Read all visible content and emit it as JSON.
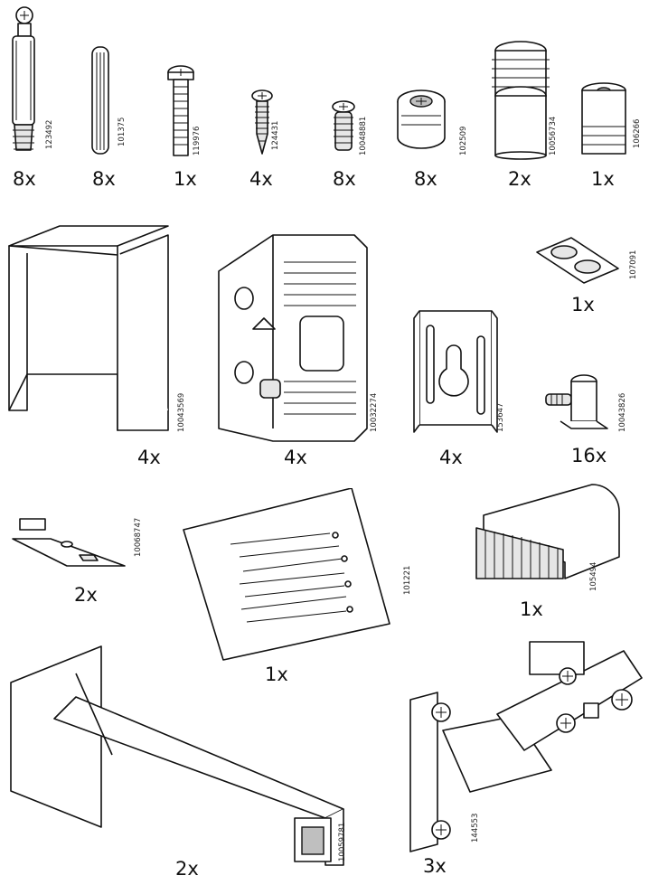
{
  "parts": [
    {
      "id": "cam-bolt-long",
      "code": "123492",
      "qty": "8x",
      "icon": "cam-bolt-icon"
    },
    {
      "id": "wood-dowel",
      "code": "101375",
      "qty": "8x",
      "icon": "dowel-icon"
    },
    {
      "id": "machine-screw",
      "code": "119976",
      "qty": "1x",
      "icon": "machine-screw-icon"
    },
    {
      "id": "wood-screw",
      "code": "124431",
      "qty": "4x",
      "icon": "wood-screw-icon"
    },
    {
      "id": "euro-screw",
      "code": "10048881",
      "qty": "8x",
      "icon": "euro-screw-icon"
    },
    {
      "id": "cam-lock",
      "code": "102509",
      "qty": "8x",
      "icon": "cam-lock-icon"
    },
    {
      "id": "shelf-insert",
      "code": "10056734",
      "qty": "2x",
      "icon": "insert-icon"
    },
    {
      "id": "small-insert",
      "code": "106266",
      "qty": "1x",
      "icon": "small-insert-icon"
    },
    {
      "id": "angle-bracket",
      "code": "10043569",
      "qty": "4x",
      "icon": "angle-bracket-icon"
    },
    {
      "id": "plastic-fitting",
      "code": "10032274",
      "qty": "4x",
      "icon": "plastic-fitting-icon"
    },
    {
      "id": "keyhole-plate",
      "code": "153647",
      "qty": "4x",
      "icon": "keyhole-plate-icon"
    },
    {
      "id": "bumper-pads",
      "code": "107091",
      "qty": "1x",
      "icon": "bumper-pad-icon"
    },
    {
      "id": "shelf-support",
      "code": "10043826",
      "qty": "16x",
      "icon": "shelf-support-icon"
    },
    {
      "id": "mounting-plate",
      "code": "10068747",
      "qty": "2x",
      "icon": "mounting-plate-icon"
    },
    {
      "id": "nail-bag",
      "code": "101221",
      "qty": "1x",
      "icon": "nail-bag-icon"
    },
    {
      "id": "clamp-tool",
      "code": "105494",
      "qty": "1x",
      "icon": "clamp-icon"
    },
    {
      "id": "wall-bracket",
      "code": "10059781",
      "qty": "2x",
      "icon": "wall-bracket-icon"
    },
    {
      "id": "cabinet-hinge",
      "code": "144553",
      "qty": "3x",
      "icon": "hinge-icon"
    }
  ]
}
